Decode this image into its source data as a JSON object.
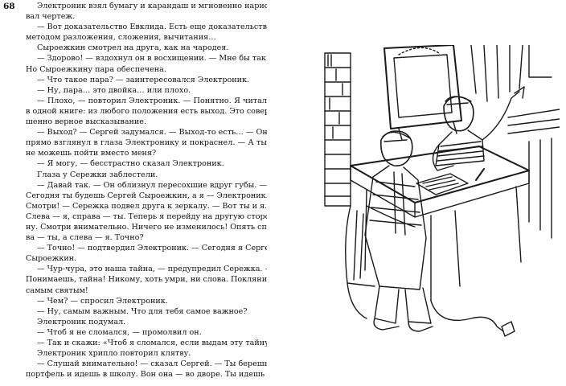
{
  "page": {
    "number": "68",
    "lines": [
      {
        "text": "Электроник взял бумагу и карандаш и мгновенно нарисо-",
        "indent": true,
        "last": false
      },
      {
        "text": "вал чертеж.",
        "indent": false,
        "last": true
      },
      {
        "text": "— Вот доказательство Евклида. Есть еще доказательства",
        "indent": true,
        "last": false
      },
      {
        "text": "методом разложения, сложения, вычитания…",
        "indent": false,
        "last": true
      },
      {
        "text": "Сыроежкин смотрел на друга, как на чародея.",
        "indent": true,
        "last": true
      },
      {
        "text": "— Здорово! — вздохнул он в восхищении. — Мне бы так…",
        "indent": true,
        "last": false
      },
      {
        "text": "Но Сыроежкину пара обеспечена.",
        "indent": false,
        "last": true
      },
      {
        "text": "— Что такое пара? — заинтересовался Электроник.",
        "indent": true,
        "last": true
      },
      {
        "text": "— Ну, пара… это двойка… или плохо.",
        "indent": true,
        "last": true
      },
      {
        "text": "— Плохо, — повторил Электроник. — Понятно. Я читал",
        "indent": true,
        "last": false
      },
      {
        "text": "в одной книге: из любого положения есть выход. Это совер-",
        "indent": false,
        "last": false
      },
      {
        "text": "шенно верное высказывание.",
        "indent": false,
        "last": true
      },
      {
        "text": "— Выход? — Сергей задумался. — Выход-то есть… — Он",
        "indent": true,
        "last": false
      },
      {
        "text": "прямо взглянул в глаза Электронику и покраснел. — А ты",
        "indent": false,
        "last": false
      },
      {
        "text": "не можешь пойти вместо меня?",
        "indent": false,
        "last": true
      },
      {
        "text": "— Я могу, — бесстрастно сказал Электроник.",
        "indent": true,
        "last": true
      },
      {
        "text": "Глаза у Сережки заблестели.",
        "indent": true,
        "last": true
      },
      {
        "text": "— Давай так. — Он облизнул пересохшие вдруг губы. —",
        "indent": true,
        "last": false
      },
      {
        "text": "Сегодня ты будешь Сергей Сыроежкин, а я — Электроник.",
        "indent": false,
        "last": false
      },
      {
        "text": "Смотри! — Сережка подвел друга к зеркалу. — Вот ты и я.",
        "indent": false,
        "last": false
      },
      {
        "text": "Слева — я, справа — ты. Теперь я перейду на другую сторо-",
        "indent": false,
        "last": false
      },
      {
        "text": "ну. Смотри внимательно. Ничего не изменилось! Опять спра-",
        "indent": false,
        "last": false
      },
      {
        "text": "ва — ты, а слева — я. Точно?",
        "indent": false,
        "last": true
      },
      {
        "text": "— Точно! — подтвердил Электроник. — Сегодня я Сергей",
        "indent": true,
        "last": false
      },
      {
        "text": "Сыроежкин.",
        "indent": false,
        "last": true
      },
      {
        "text": "— Чур-чура, это наша тайна, — предупредил Сережка. —",
        "indent": true,
        "last": false
      },
      {
        "text": "Понимаешь, тайна! Никому, хоть умри, ни слова. Поклянись",
        "indent": false,
        "last": false
      },
      {
        "text": "самым святым!",
        "indent": false,
        "last": true
      },
      {
        "text": "— Чем? — спросил Электроник.",
        "indent": true,
        "last": true
      },
      {
        "text": "— Ну, самым важным. Что для тебя самое важное?",
        "indent": true,
        "last": true
      },
      {
        "text": "Электроник подумал.",
        "indent": true,
        "last": true
      },
      {
        "text": "— Чтоб я не сломался, — промолвил он.",
        "indent": true,
        "last": true
      },
      {
        "text": "— Так и скажи: «Чтоб я сломался, если выдам эту тайну!»",
        "indent": true,
        "last": true
      },
      {
        "text": "Электроник хрипло повторил клятву.",
        "indent": true,
        "last": true
      },
      {
        "text": "— Слушай внимательно! — сказал Сергей. — Ты берешь",
        "indent": true,
        "last": false
      },
      {
        "text": "портфель и идешь в школу. Вон она — во дворе. Ты идешь в",
        "indent": false,
        "last": false
      }
    ]
  }
}
